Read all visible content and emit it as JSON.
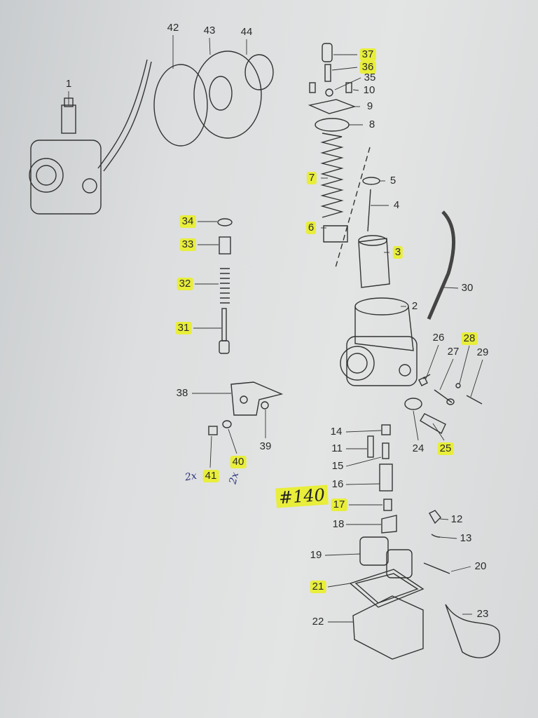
{
  "parts": {
    "p1": "1",
    "p2": "2",
    "p3": "3",
    "p4": "4",
    "p5": "5",
    "p6": "6",
    "p7": "7",
    "p8": "8",
    "p9": "9",
    "p10": "10",
    "p11": "11",
    "p12": "12",
    "p13": "13",
    "p14": "14",
    "p15": "15",
    "p16": "16",
    "p17": "17",
    "p18": "18",
    "p19": "19",
    "p20": "20",
    "p21": "21",
    "p22": "22",
    "p23": "23",
    "p24": "24",
    "p25": "25",
    "p26": "26",
    "p27": "27",
    "p28": "28",
    "p29": "29",
    "p30": "30",
    "p31": "31",
    "p32": "32",
    "p33": "33",
    "p34": "34",
    "p35": "35",
    "p36": "36",
    "p37": "37",
    "p38": "38",
    "p39": "39",
    "p40": "40",
    "p41": "41",
    "p42": "42",
    "p43": "43",
    "p44": "44"
  },
  "highlighted_parts": [
    "3",
    "6",
    "7",
    "17",
    "21",
    "25",
    "28",
    "31",
    "32",
    "33",
    "34",
    "36",
    "37",
    "40",
    "41"
  ],
  "annotations": {
    "qty_41": "2x",
    "qty_40": "2x",
    "part_ref": "#140"
  },
  "colors": {
    "highlight": "#e8ee3a",
    "paper": "#dcdedf",
    "ink": "#2a2a2a"
  }
}
